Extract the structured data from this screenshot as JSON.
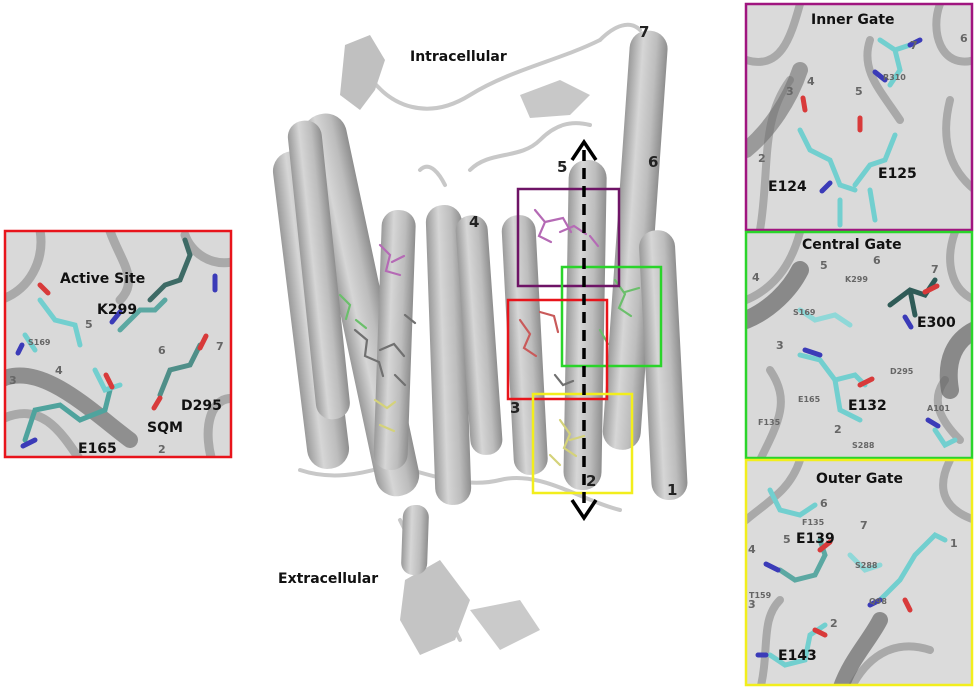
{
  "colors": {
    "active_site_frame": "#e8141b",
    "inner_gate_frame": "#a0157f",
    "central_gate_frame": "#2ad42a",
    "outer_gate_frame": "#f2ee1c",
    "protein": "#c4c4c4",
    "carbon": "#72cfcf",
    "oxygen": "#d83a3a",
    "nitrogen": "#3b3bb8"
  },
  "main": {
    "intracellular": "Intracellular",
    "extracellular": "Extracellular",
    "helices": [
      "1",
      "2",
      "3",
      "4",
      "5",
      "6",
      "7"
    ]
  },
  "active_site": {
    "title": "Active Site",
    "residues": [
      "K299",
      "D295",
      "E165",
      "SQM"
    ],
    "small_labels": [
      "S169"
    ],
    "helices": [
      "3",
      "4",
      "5",
      "6",
      "7",
      "2"
    ]
  },
  "inner_gate": {
    "title": "Inner Gate",
    "residues": [
      "E124",
      "E125"
    ],
    "small_labels": [
      "R310"
    ],
    "helices": [
      "2",
      "3",
      "4",
      "5",
      "6",
      "7"
    ]
  },
  "central_gate": {
    "title": "Central Gate",
    "residues": [
      "E300",
      "E132"
    ],
    "small_labels": [
      "K299",
      "S169",
      "D295",
      "E165",
      "F135",
      "S288",
      "A101"
    ],
    "helices": [
      "4",
      "5",
      "6",
      "7",
      "3",
      "2"
    ]
  },
  "outer_gate": {
    "title": "Outer Gate",
    "residues": [
      "E139",
      "E143"
    ],
    "small_labels": [
      "F135",
      "S288",
      "Q98",
      "T159"
    ],
    "helices": [
      "6",
      "7",
      "5",
      "4",
      "3",
      "2",
      "1"
    ]
  }
}
